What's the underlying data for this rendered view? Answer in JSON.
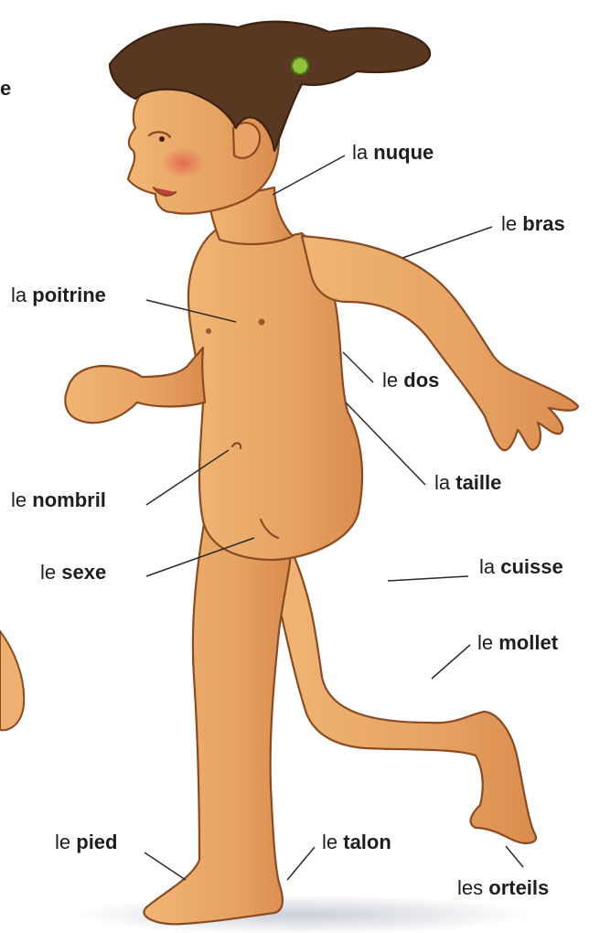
{
  "fragments": {
    "left_edge_letter": "e"
  },
  "labels": {
    "nuque": {
      "article": "la",
      "word": "nuque"
    },
    "bras": {
      "article": "le",
      "word": "bras"
    },
    "poitrine": {
      "article": "la",
      "word": "poitrine"
    },
    "dos": {
      "article": "le",
      "word": "dos"
    },
    "nombril": {
      "article": "le",
      "word": "nombril"
    },
    "taille": {
      "article": "la",
      "word": "taille"
    },
    "sexe": {
      "article": "le",
      "word": "sexe"
    },
    "cuisse": {
      "article": "la",
      "word": "cuisse"
    },
    "mollet": {
      "article": "le",
      "word": "mollet"
    },
    "pied": {
      "article": "le",
      "word": "pied"
    },
    "talon": {
      "article": "le",
      "word": "talon"
    },
    "orteils": {
      "article": "les",
      "word": "orteils"
    }
  }
}
